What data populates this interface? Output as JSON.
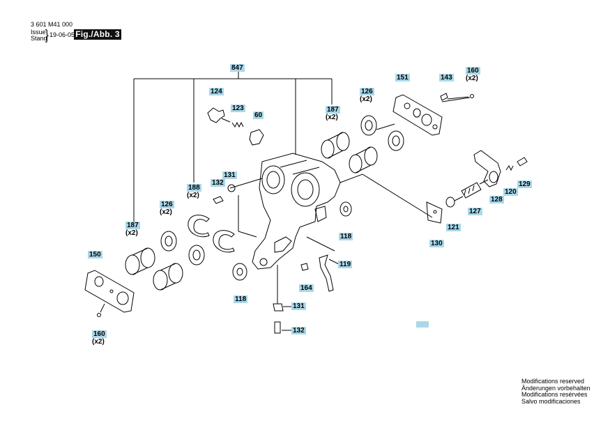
{
  "header": {
    "doc_number": "3 601 M41 000",
    "issue_label": "Issue",
    "stand_label": "Stand",
    "date": "19-06-05",
    "figure": "Fig./Abb. 3"
  },
  "callouts": {
    "p847": "847",
    "p124": "124",
    "p123": "123",
    "p60": "60",
    "p187_top": "187",
    "p187_top_qty": "(x2)",
    "p126_top": "126",
    "p126_top_qty": "(x2)",
    "p151": "151",
    "p143": "143",
    "p160_top": "160",
    "p160_top_qty": "(x2)",
    "p131_top": "131",
    "p132_top": "132",
    "p188": "188",
    "p188_qty": "(x2)",
    "p126_left": "126",
    "p126_left_qty": "(x2)",
    "p187_left": "187",
    "p187_left_qty": "(x2)",
    "p150": "150",
    "p118_right": "118",
    "p119": "119",
    "p164": "164",
    "p118_bottom": "118",
    "p131_bottom": "131",
    "p132_bottom": "132",
    "p160_bottom": "160",
    "p160_bottom_qty": "(x2)",
    "p120": "120",
    "p129": "129",
    "p128": "128",
    "p127": "127",
    "p121": "121",
    "p130": "130"
  },
  "footer": {
    "line1": "Modifications reserved",
    "line2": "Änderungen vorbehalten",
    "line3": "Modifications resérvées",
    "line4": "Salvo modificaciones"
  },
  "colors": {
    "callout_bg": "#a9d8ea",
    "badge_bg": "#111111",
    "line": "#000000"
  }
}
